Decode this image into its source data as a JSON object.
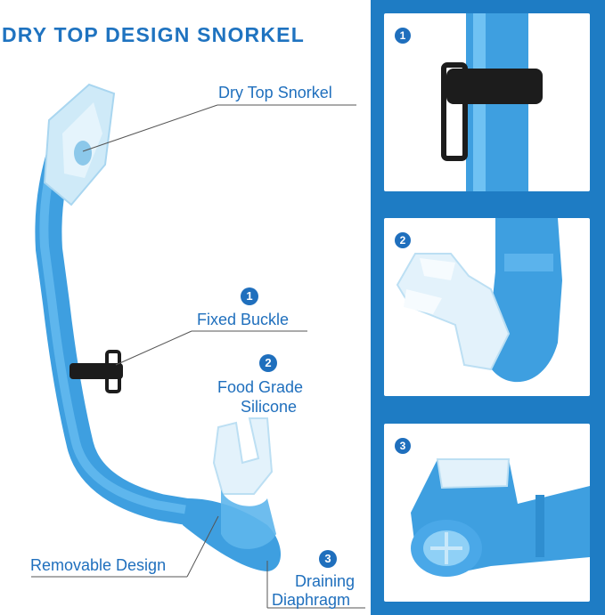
{
  "title": "DRY TOP DESIGN SNORKEL",
  "labels": {
    "dry_top": "Dry Top Snorkel",
    "fixed_buckle": "Fixed Buckle",
    "food_grade_1": "Food Grade",
    "food_grade_2": "Silicone",
    "removable": "Removable Design",
    "draining_1": "Draining",
    "draining_2": "Diaphragm"
  },
  "numbers": [
    "1",
    "2",
    "3"
  ],
  "colors": {
    "title": "#1f73c0",
    "label": "#1f6fbd",
    "tube": "#45a8e8",
    "right_panel_bg": "#1e7cc4",
    "clip": "#1c1c1c"
  }
}
